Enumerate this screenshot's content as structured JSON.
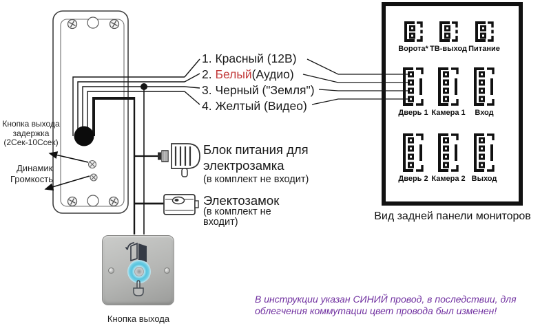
{
  "device_panel": {
    "label_exit_delay_line1": "Кнопка выхода",
    "label_exit_delay_line2": "задержка",
    "label_exit_delay_line3": "(2Сек-10Ссек)",
    "label_speaker": "Динамик",
    "label_volume": "Громкость"
  },
  "wire_labels": [
    {
      "pre": "1. Красный (12В)",
      "red": "",
      "post": ""
    },
    {
      "pre": "2. ",
      "red": "Белый",
      "post": "(Аудио)"
    },
    {
      "pre": "3. Черный (\"Земля\")",
      "red": "",
      "post": ""
    },
    {
      "pre": "4. Желтый (Видео)",
      "red": "",
      "post": ""
    }
  ],
  "psu": {
    "title_line1": "Блок питания для",
    "title_line2": "электрозамка",
    "note": "(в комплект не входит)"
  },
  "lock": {
    "title": "Электозамок",
    "note_line1": "(в комплект не",
    "note_line2": "входит)"
  },
  "exit_button": {
    "caption": "Кнопка выхода"
  },
  "monitor": {
    "caption": "Вид задней панели мониторов",
    "connectors": [
      {
        "label": "Ворота*",
        "pins": 2
      },
      {
        "label": "ТВ-выход",
        "pins": 2
      },
      {
        "label": "Питание",
        "pins": 2
      },
      {
        "label": "Дверь 1",
        "pins": 4
      },
      {
        "label": "Камера 1",
        "pins": 4
      },
      {
        "label": "Вход",
        "pins": 4
      },
      {
        "label": "Дверь 2",
        "pins": 4
      },
      {
        "label": "Камера 2",
        "pins": 4
      },
      {
        "label": "Выход",
        "pins": 4
      }
    ]
  },
  "footnote": {
    "line1": "В инструкции указан СИНИЙ провод,  в последствии, для",
    "line2": "облегчения коммутации цвет провода был изменен!"
  },
  "colors": {
    "wire_name_red": "#c23b3b",
    "footnote_purple": "#7030a0",
    "button_ring_cyan": "#57c4de"
  }
}
